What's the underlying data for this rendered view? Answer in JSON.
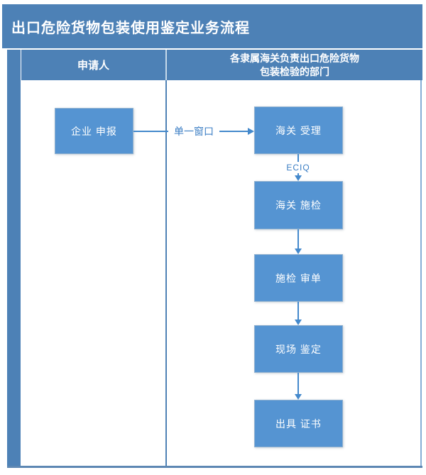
{
  "title": "出口危险货物包装使用鉴定业务流程",
  "columns": {
    "applicant_header": "申请人",
    "customs_header_line1": "各隶属海关负责出口危险货物",
    "customs_header_line2": "包装检验的部门"
  },
  "flowchart": {
    "nodes": [
      {
        "id": "enterprise-declaration",
        "label": "企业 申报",
        "lane": "applicant"
      },
      {
        "id": "customs-acceptance",
        "label": "海关 受理",
        "lane": "customs"
      },
      {
        "id": "customs-inspection",
        "label": "海关 施检",
        "lane": "customs"
      },
      {
        "id": "inspection-document-review",
        "label": "施检 审单",
        "lane": "customs"
      },
      {
        "id": "on-site-identification",
        "label": "现场 鉴定",
        "lane": "customs"
      },
      {
        "id": "certificate-issuance",
        "label": "出具 证书",
        "lane": "customs"
      }
    ],
    "edge_labels": {
      "single_window": "单一窗口",
      "eciq": "ECIQ"
    }
  },
  "colors": {
    "band_blue": "#4d81b6",
    "node_blue": "#5594d2",
    "connector_blue": "#4489cc",
    "edge_label_blue": "#3b7ec4",
    "divider_blue": "#4f82b5",
    "text_white": "#ffffff"
  }
}
